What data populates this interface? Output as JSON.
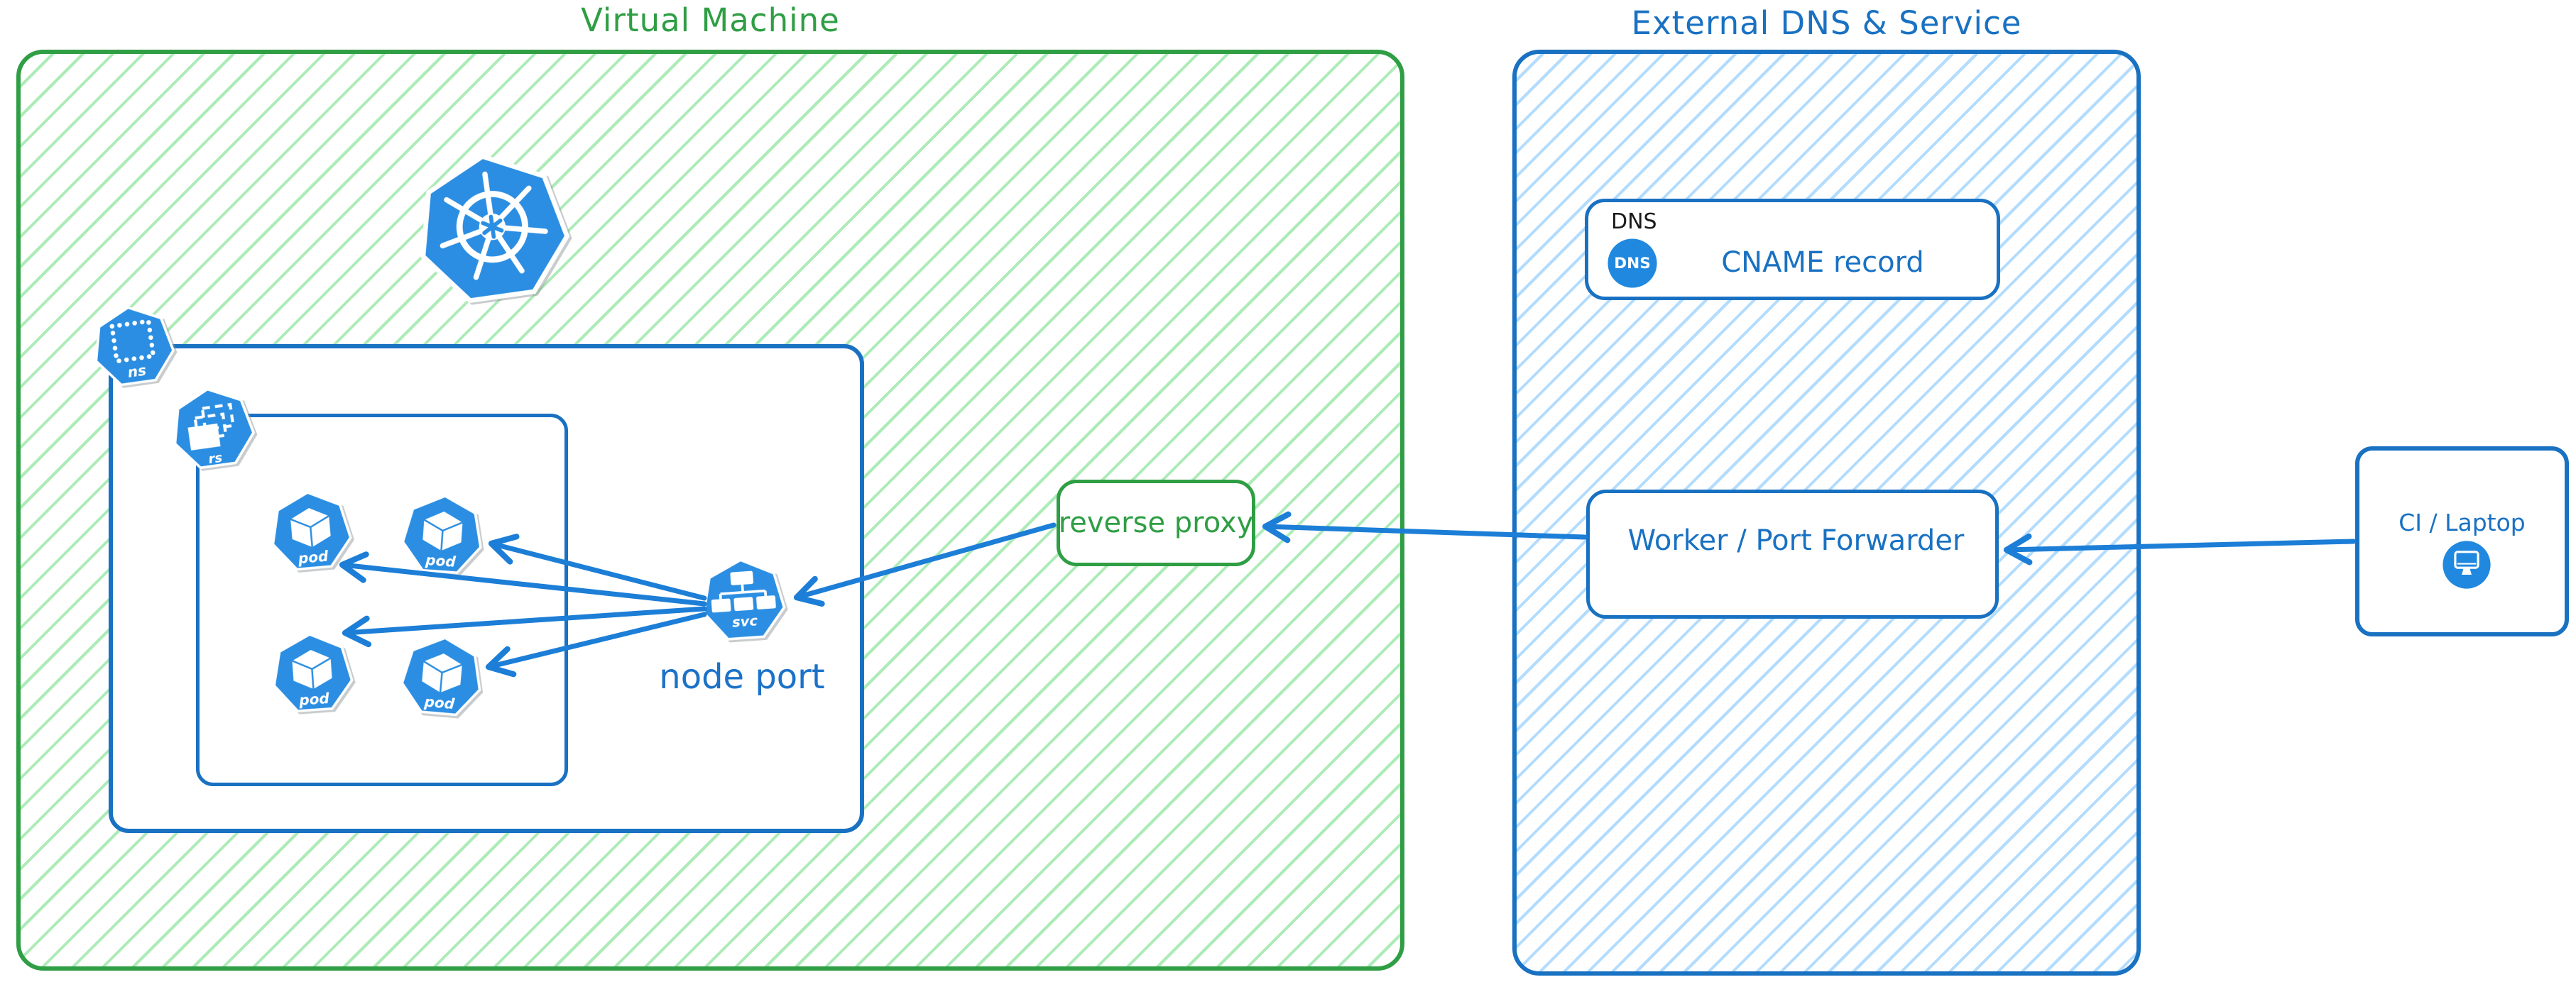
{
  "titles": {
    "virtual_machine": "Virtual Machine",
    "external_dns": "External DNS & Service"
  },
  "kubernetes": {
    "namespace_label": "ns",
    "replicaset_label": "rs",
    "service_label": "svc",
    "pods": [
      {
        "label": "pod"
      },
      {
        "label": "pod"
      },
      {
        "label": "pod"
      },
      {
        "label": "pod"
      }
    ],
    "node_port_label": "node port"
  },
  "reverse_proxy": {
    "label": "reverse proxy"
  },
  "dns_card": {
    "heading": "DNS",
    "badge": "DNS",
    "record_label": "CNAME record"
  },
  "worker_card": {
    "label": "Worker / Port Forwarder"
  },
  "client_card": {
    "label": "CI / Laptop"
  },
  "colors": {
    "green_stroke": "#2f9e44",
    "green_hatch": "#69db7c",
    "blue_stroke": "#1971c2",
    "blue_hatch": "#74c0fc",
    "icon_blue": "#2b8ee2",
    "arrow_blue": "#1c7ed6",
    "text_dark": "#1a1a1a"
  }
}
